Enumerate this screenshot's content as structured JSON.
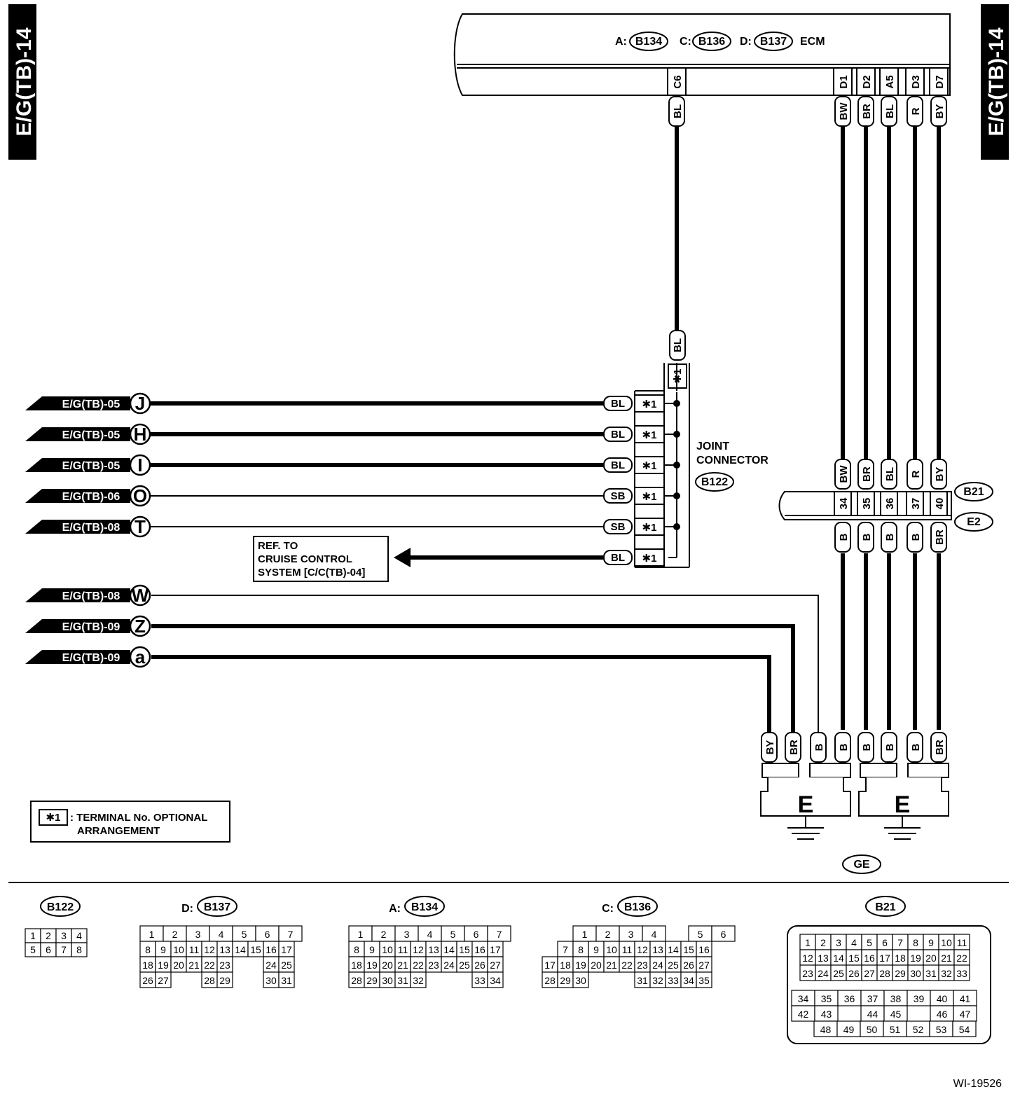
{
  "page_code_left": "E/G(TB)-14",
  "page_code_right": "E/G(TB)-14",
  "figure_id": "WI-19526",
  "ecm": {
    "label": "ECM",
    "connectors": [
      {
        "prefix": "A:",
        "id": "B134"
      },
      {
        "prefix": "C:",
        "id": "B136"
      },
      {
        "prefix": "D:",
        "id": "B137"
      }
    ],
    "terminals": [
      {
        "pin": "C6",
        "wire": "BL"
      },
      {
        "pin": "D1",
        "wire": "BW"
      },
      {
        "pin": "D2",
        "wire": "BR"
      },
      {
        "pin": "A5",
        "wire": "BL"
      },
      {
        "pin": "D3",
        "wire": "R"
      },
      {
        "pin": "D7",
        "wire": "BY"
      }
    ]
  },
  "joint_connector": {
    "title_line1": "JOINT",
    "title_line2": "CONNECTOR",
    "id": "B122",
    "top_wire": "BL",
    "terminal_mark": "✱1"
  },
  "left_refs": [
    {
      "page": "E/G(TB)-05",
      "letter": "J",
      "wire": "BL"
    },
    {
      "page": "E/G(TB)-05",
      "letter": "H",
      "wire": "BL"
    },
    {
      "page": "E/G(TB)-05",
      "letter": "I",
      "wire": "BL"
    },
    {
      "page": "E/G(TB)-06",
      "letter": "O",
      "wire": "SB"
    },
    {
      "page": "E/G(TB)-08",
      "letter": "T",
      "wire": "SB"
    },
    {
      "page": "E/G(TB)-08",
      "letter": "W"
    },
    {
      "page": "E/G(TB)-09",
      "letter": "Z"
    },
    {
      "page": "E/G(TB)-09",
      "letter": "a"
    }
  ],
  "cruise_ref": {
    "line1": "REF. TO",
    "line2": "CRUISE CONTROL",
    "line3": "SYSTEM [C/C(TB)-04]",
    "wire": "BL"
  },
  "b21_connector": {
    "id_top": "B21",
    "id_bottom": "E2",
    "terminals": [
      {
        "pin": "34",
        "top_wire": "BW",
        "bottom_wire": "B"
      },
      {
        "pin": "35",
        "top_wire": "BR",
        "bottom_wire": "B"
      },
      {
        "pin": "36",
        "top_wire": "BL",
        "bottom_wire": "B"
      },
      {
        "pin": "37",
        "top_wire": "R",
        "bottom_wire": "B"
      },
      {
        "pin": "40",
        "top_wire": "BY",
        "bottom_wire": "BR"
      }
    ]
  },
  "ground": {
    "left_wires": [
      "BY",
      "BR",
      "B",
      "B"
    ],
    "right_wires": [
      "B",
      "B",
      "B",
      "BR"
    ],
    "symbol": "E",
    "ground_label": "GE"
  },
  "legend": {
    "mark": "✱1",
    "line1": ": TERMINAL No. OPTIONAL",
    "line2": "ARRANGEMENT"
  },
  "connector_views": [
    {
      "prefix": "",
      "id": "B122",
      "rows": [
        [
          "1",
          "2",
          "3",
          "4"
        ],
        [
          "5",
          "6",
          "7",
          "8"
        ]
      ]
    },
    {
      "prefix": "D:",
      "id": "B137",
      "rows": [
        [
          "1",
          "2",
          "3",
          "4",
          "5",
          "6",
          "7"
        ],
        [
          "8",
          "9",
          "10",
          "11",
          "12",
          "13",
          "14",
          "15",
          "16",
          "17"
        ],
        [
          "18",
          "19",
          "20",
          "21",
          "22",
          "23",
          "",
          "",
          "24",
          "25"
        ],
        [
          "26",
          "27",
          "",
          "",
          "28",
          "29",
          "",
          "",
          "30",
          "31"
        ]
      ]
    },
    {
      "prefix": "A:",
      "id": "B134",
      "rows": [
        [
          "1",
          "2",
          "3",
          "4",
          "5",
          "6",
          "7"
        ],
        [
          "8",
          "9",
          "10",
          "11",
          "12",
          "13",
          "14",
          "15",
          "16",
          "17"
        ],
        [
          "18",
          "19",
          "20",
          "21",
          "22",
          "23",
          "24",
          "25",
          "26",
          "27"
        ],
        [
          "28",
          "29",
          "30",
          "31",
          "32",
          "",
          "",
          "",
          "33",
          "34"
        ]
      ]
    },
    {
      "prefix": "C:",
      "id": "B136",
      "rows": [
        [
          "1",
          "2",
          "3",
          "4",
          "",
          "5",
          "6"
        ],
        [
          "7",
          "8",
          "9",
          "10",
          "11",
          "12",
          "13",
          "14",
          "15",
          "16"
        ],
        [
          "17",
          "18",
          "19",
          "20",
          "21",
          "22",
          "23",
          "24",
          "25",
          "26",
          "27"
        ],
        [
          "28",
          "29",
          "30",
          "",
          "",
          "",
          "31",
          "32",
          "33",
          "34",
          "35"
        ]
      ]
    },
    {
      "prefix": "",
      "id": "B21",
      "rows": [
        [
          "1",
          "2",
          "3",
          "4",
          "5",
          "6",
          "7",
          "8",
          "9",
          "10",
          "11"
        ],
        [
          "12",
          "13",
          "14",
          "15",
          "16",
          "17",
          "18",
          "19",
          "20",
          "21",
          "22"
        ],
        [
          "23",
          "24",
          "25",
          "26",
          "27",
          "28",
          "29",
          "30",
          "31",
          "32",
          "33"
        ],
        [
          "34",
          "35",
          "36",
          "37",
          "38",
          "39",
          "40",
          "41"
        ],
        [
          "42",
          "43",
          "",
          "44",
          "45",
          "",
          "46",
          "47"
        ],
        [
          "48",
          "49",
          "50",
          "51",
          "52",
          "53",
          "54"
        ]
      ]
    }
  ]
}
